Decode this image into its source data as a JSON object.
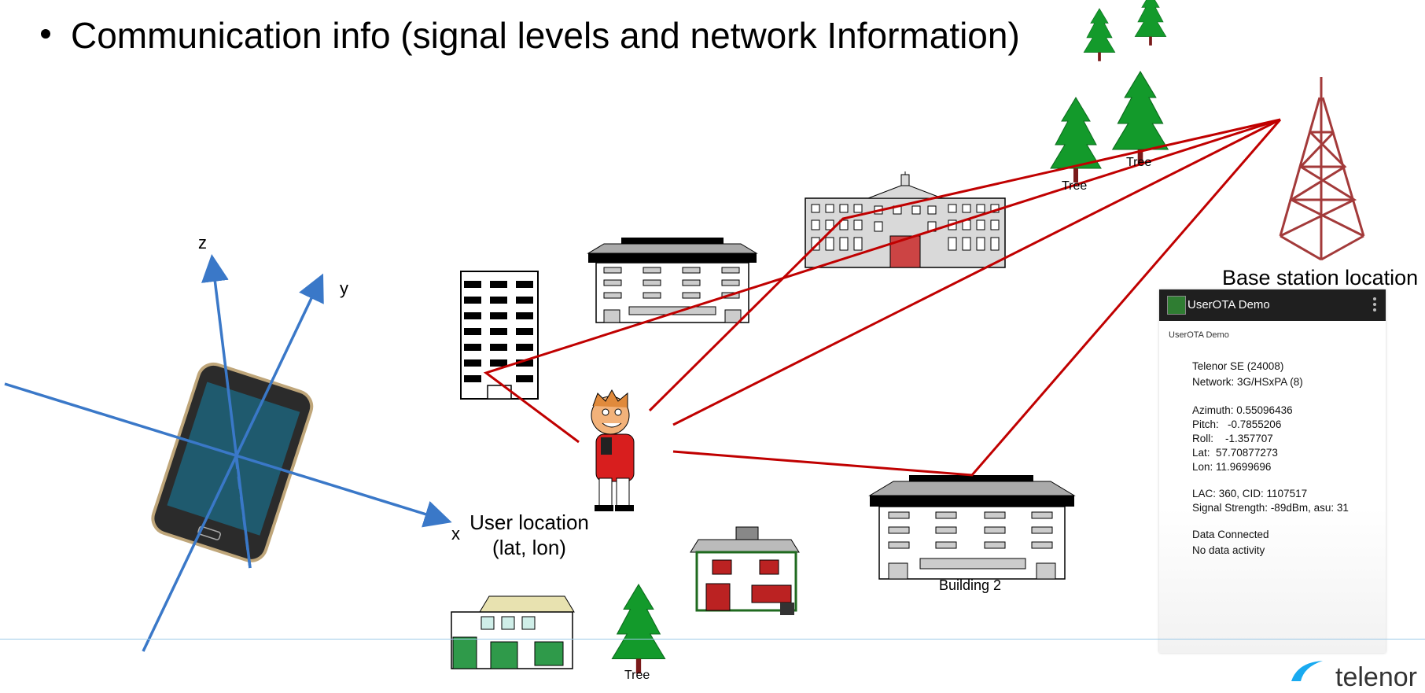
{
  "slide": {
    "bullet_text": "Communication info (signal levels and network Information)"
  },
  "labels": {
    "axis_x": "x",
    "axis_y": "y",
    "axis_z": "z",
    "user_location_line1": "User location",
    "user_location_line2": "(lat, lon)",
    "base_station": "Base station location",
    "building2": "Building 2",
    "tree1": "Tree",
    "tree2": "Tree",
    "tree3": "Tree"
  },
  "app": {
    "title": "UserOTA Demo",
    "subtitle": "UserOTA Demo",
    "operator": "Telenor SE (24008)",
    "network": "Network: 3G/HSxPA (8)",
    "azimuth": "Azimuth: 0.55096436",
    "pitch": "Pitch:   -0.7855206",
    "roll": "Roll:    -1.357707",
    "lat": "Lat:  57.70877273",
    "lon": "Lon: 11.9699696",
    "lac_cid": "LAC: 360, CID: 1107517",
    "signal": "Signal Strength: -89dBm, asu: 31",
    "data_connected": "Data Connected",
    "data_activity": "No data activity"
  },
  "brand": {
    "logo_text": "telenor"
  },
  "colors": {
    "axis": "#3a78c8",
    "signal_path": "#c00000",
    "tree": "#139a2b",
    "tower": "#a33a3a"
  }
}
